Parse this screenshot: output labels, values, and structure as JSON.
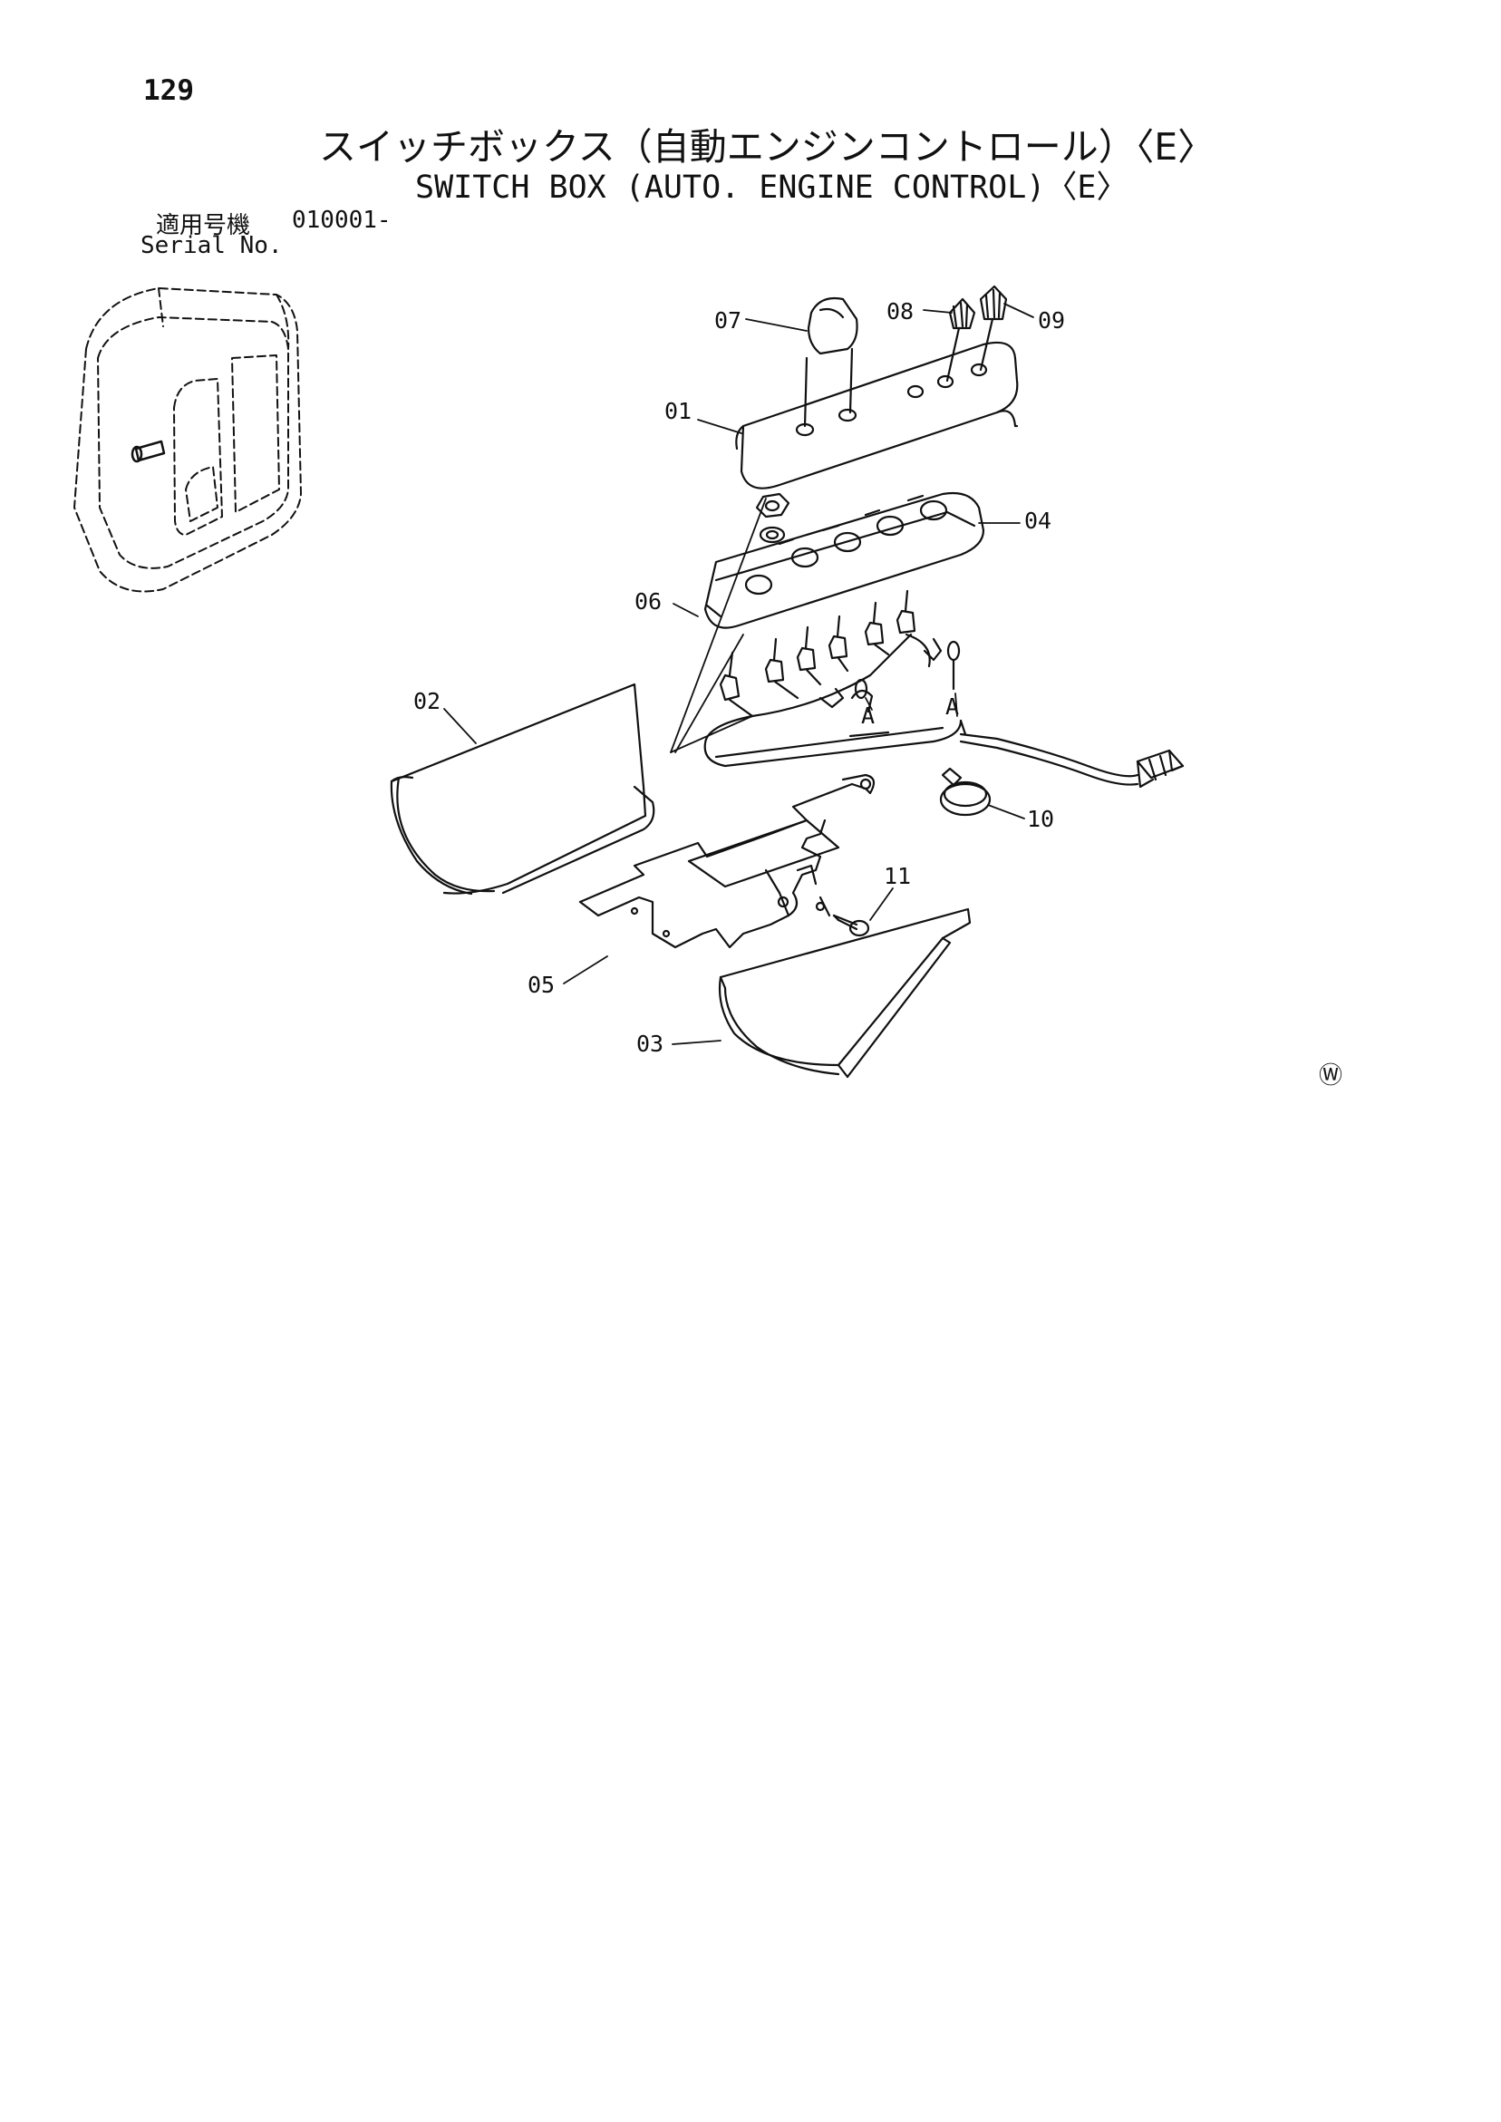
{
  "header": {
    "page_number": "129",
    "title_jp": "スイッチボックス（自動エンジンコントロール）〈E〉",
    "title_en": "SWITCH BOX (AUTO. ENGINE CONTROL)〈E〉",
    "serial_label_jp": "適用号機",
    "serial_range": "010001-",
    "serial_label_en": "Serial No."
  },
  "callouts": {
    "c01": "01",
    "c02": "02",
    "c03": "03",
    "c04": "04",
    "c05": "05",
    "c06": "06",
    "c07": "07",
    "c08": "08",
    "c09": "09",
    "c10": "10",
    "c11": "11",
    "ref_a1": "A",
    "ref_a2": "A"
  },
  "mark": "Ⓦ",
  "colors": {
    "ink": "#111111",
    "background": "#ffffff"
  }
}
